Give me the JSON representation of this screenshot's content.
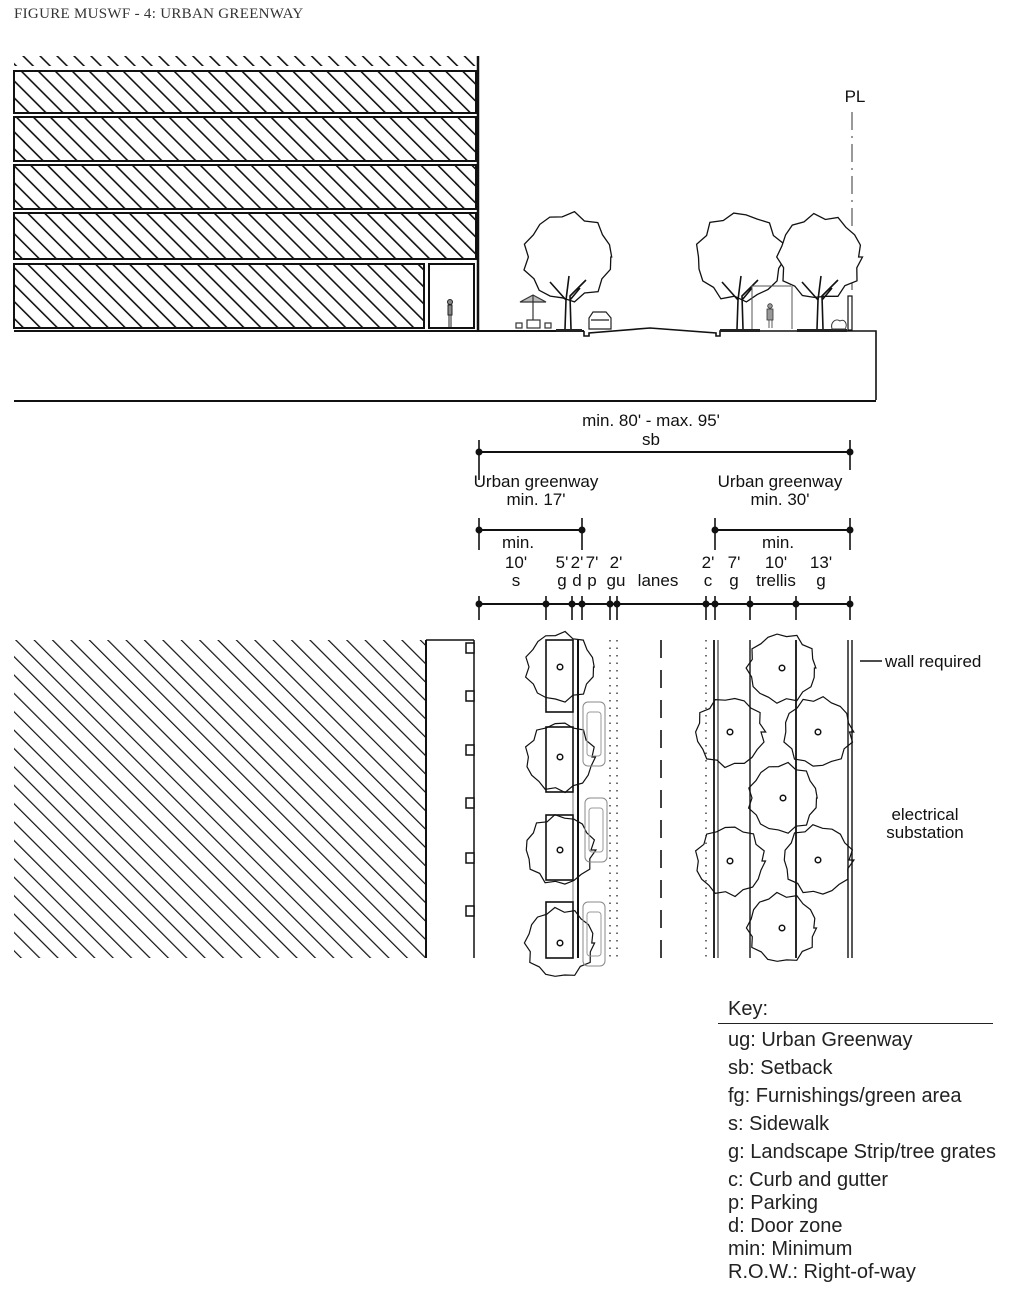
{
  "title": "FIGURE MUSWF - 4: URBAN GREENWAY",
  "section": {
    "property_line_label": "PL"
  },
  "dimensions": {
    "overall": {
      "line1": "min. 80' - max. 95'",
      "line2": "sb"
    },
    "left_greenway": {
      "line1": "Urban greenway",
      "line2": "min. 17'",
      "min_label": "min."
    },
    "right_greenway": {
      "line1": "Urban greenway",
      "line2": "min. 30'",
      "min_label": "min."
    },
    "segments": [
      {
        "size": "10'",
        "code": "s"
      },
      {
        "size": "5'",
        "code": "g"
      },
      {
        "size": "2'",
        "code": "d"
      },
      {
        "size": "7'",
        "code": "p"
      },
      {
        "size": "2'",
        "code": "gu"
      },
      {
        "size": "",
        "code": "lanes"
      },
      {
        "size": "2'",
        "code": "c"
      },
      {
        "size": "7'",
        "code": "g"
      },
      {
        "size": "10'",
        "code": "trellis"
      },
      {
        "size": "13'",
        "code": "g"
      }
    ]
  },
  "plan": {
    "wall_label": "wall required",
    "substation_line1": "electrical",
    "substation_line2": "substation"
  },
  "key": {
    "title": "Key:",
    "items": [
      "ug: Urban Greenway",
      "sb: Setback",
      "fg: Furnishings/green area",
      "s: Sidewalk",
      "g: Landscape Strip/tree grates",
      "c: Curb and gutter",
      "p: Parking",
      "d: Door zone",
      "min: Minimum",
      "R.O.W.: Right-of-way"
    ]
  }
}
